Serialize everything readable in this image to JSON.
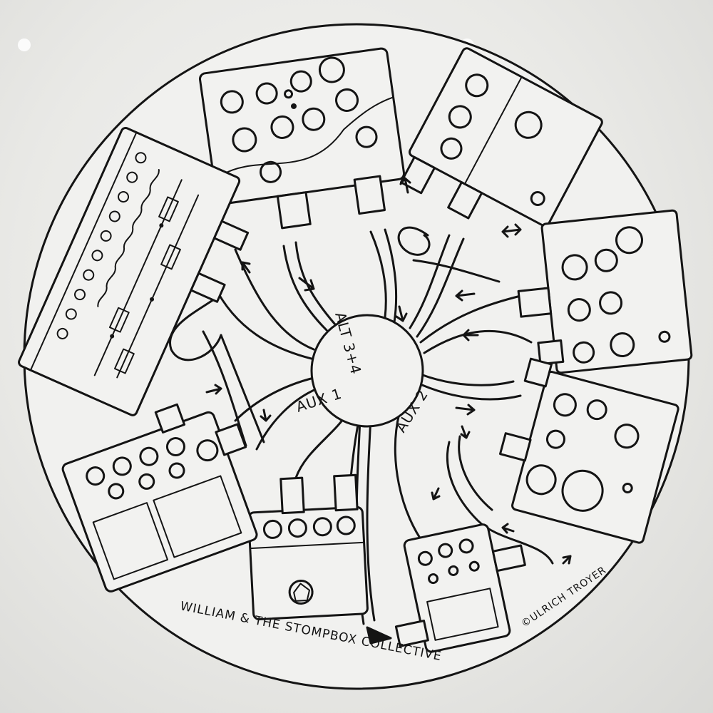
{
  "labels": {
    "hub_top": "ALT 3+4",
    "hub_left": "AUX 1",
    "hub_right": "AUX 2"
  },
  "caption": "WILLIAM & THE STOMPBOX COLLECTIVE",
  "signature": "©ULRICH TROYER",
  "colors": {
    "ink": "#141414",
    "paper": "#f2f2f0",
    "screen": "#e9e9e6"
  }
}
